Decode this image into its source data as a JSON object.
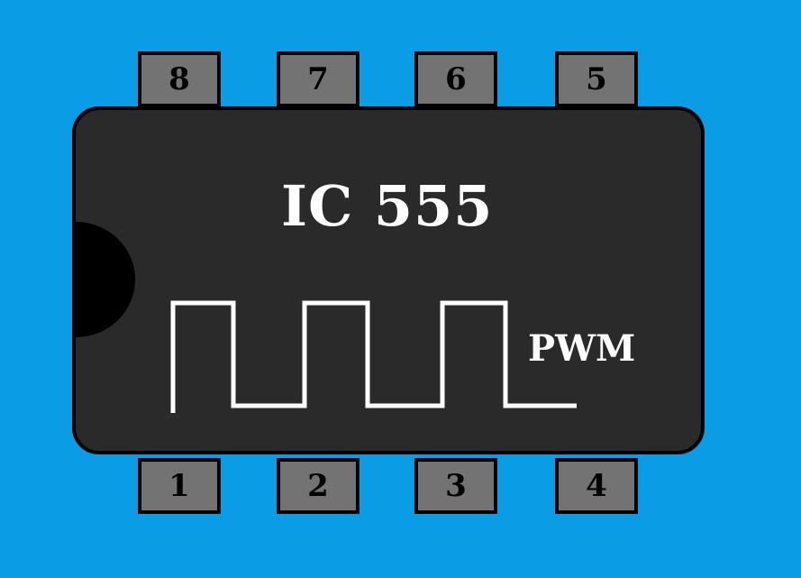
{
  "background_color": "#0a9de6",
  "chip": {
    "title": "IC 555",
    "waveform_label": "PWM",
    "body_color": "#2a2a2a",
    "pin_color": "#737373",
    "text_color": "#ffffff"
  },
  "pins": {
    "top": [
      "8",
      "7",
      "6",
      "5"
    ],
    "bottom": [
      "1",
      "2",
      "3",
      "4"
    ]
  }
}
